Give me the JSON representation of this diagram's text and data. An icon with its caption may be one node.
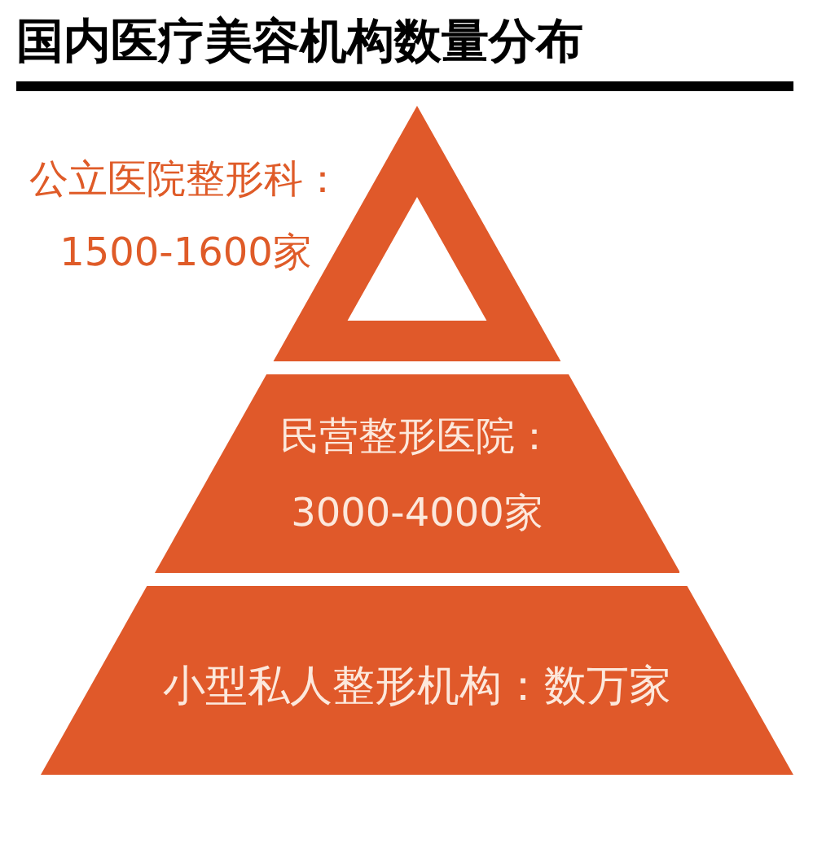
{
  "diagram": {
    "title": "国内医疗美容机构数量分布",
    "nodes": [
      {
        "text": [
          "公立医院整形科：",
          "1500-1600家"
        ]
      },
      {
        "text": [
          "民营整形医院：",
          "3000-4000家"
        ]
      },
      {
        "text": [
          "小型私人整形机构：数万家"
        ]
      }
    ]
  }
}
